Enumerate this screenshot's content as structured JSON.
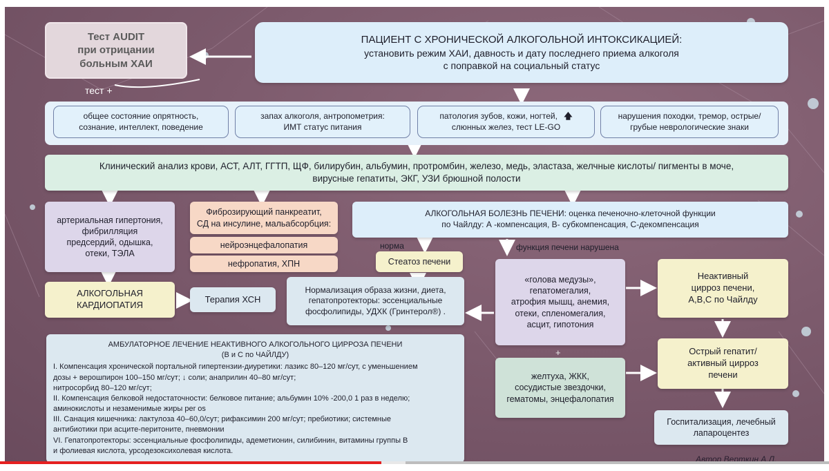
{
  "audit_box": {
    "line1": "Тест AUDIT",
    "line2": "при отрицании",
    "line3": "больным ХАИ"
  },
  "test_plus": "тест +",
  "patient": {
    "line1": "ПАЦИЕНТ С ХРОНИЧЕСКОЙ АЛКОГОЛЬНОЙ ИНТОКСИКАЦИЕЙ:",
    "line2": "установить режим ХАИ, давность и дату последнего приема алкоголя",
    "line3": "с поправкой на социальный статус"
  },
  "exam": [
    {
      "line1": "общее состояние опрятность,",
      "line2": "сознание, интеллект, поведение"
    },
    {
      "line1": "запах алкоголя, антропометрия:",
      "line2": "ИМТ статус питания"
    },
    {
      "line1": "патология зубов, кожи, ногтей,",
      "line2": "слюнных желез, тест LE-GO"
    },
    {
      "line1": "нарушения походки, тремор, острые/",
      "line2": "грубые неврологические знаки"
    }
  ],
  "labs": {
    "line1": "Клинический анализ крови, АСТ, АЛТ, ГГТП, ЩФ, билирубин, альбумин, протромбин, железо, медь, эластаза, желчные кислоты/ пигменты в моче,",
    "line2": "вирусные гепатиты, ЭКГ, УЗИ брюшной полости"
  },
  "cardio": {
    "line1": "артериальная гипертония,",
    "line2": "фибрилляция",
    "line3": "предсердий, одышка,",
    "line4": "отеки, ТЭЛА"
  },
  "pancreat": {
    "line1": "Фиброзирующий панкреатит,",
    "line2": "СД на инсулине, мальабсорбция:"
  },
  "neuro": "нейроэнцефалопатия",
  "nephro": "нефропатия, ХПН",
  "alc_liver": {
    "line1": "АЛКОГОЛЬНАЯ БОЛЕЗНЬ ПЕЧЕНИ: оценка печеночно-клеточной функции",
    "line2": "по Чайлду: А -компенсация, В- субкомпенсация, С-декомпенсация"
  },
  "norm_label": "норма",
  "impaired_label": "функция печени нарушена",
  "steatosis": "Стеатоз печени",
  "normalize": {
    "line1": "Нормализация образа жизни, диета,",
    "line2": "гепатопротекторы: эссенциальные",
    "line3": "фосфолипиды,  УДХК (Гринтерол®)     ."
  },
  "alc_cardiopathy": {
    "line1": "АЛКОГОЛЬНАЯ",
    "line2": "КАРДИОПАТИЯ"
  },
  "therapy_hsn": "Терапия ХСН",
  "symptoms1": {
    "line1": "«голова медузы»,",
    "line2": "гепатомегалия,",
    "line3": "атрофия мышц, анемия,",
    "line4": "отеки, спленомегалия,",
    "line5": "асцит, гипотония"
  },
  "plus_sign": "+",
  "symptoms2": {
    "line1": "желтуха, ЖКК,",
    "line2": "сосудистые звездочки,",
    "line3": "гематомы, энцефалопатия"
  },
  "inactive": {
    "line1": "Неактивный",
    "line2": "цирроз печени,",
    "line3": "А,В,С по Чайлду"
  },
  "acute": {
    "line1": "Острый гепатит/",
    "line2": "активный цирроз",
    "line3": "печени"
  },
  "hospital": {
    "line1": "Госпитализация, лечебный",
    "line2": "лапароцентез"
  },
  "ambulatory": {
    "title1": "АМБУЛАТОРНОЕ ЛЕЧЕНИЕ НЕАКТИВНОГО АЛКОГОЛЬНОГО ЦИРРОЗА ПЕЧЕНИ",
    "title2": "(В и С по ЧАЙЛДУ)",
    "lines": [
      "I.  Компенсация хронической портальной гипертензии-диуретики: лазикс 80–120 мг/сут, с уменьшением",
      "дозы + верошпирон 100–150 мг/сут;  ↓ соли; анаприлин 40–80 мг/сут;",
      "нитросорбид 80–120 мг/сут;",
      "II.  Компенсация белковой недостаточности: белковое питание; альбумин 10% -200,0 1 раз в неделю;",
      "аминокислоты и незаменимые жиры per os",
      "III.  Санация кишечника: лактулоза 40–60,0/сут; рифаксимин 200 мг/сут; пребиотики; системные",
      "антибиотики при асците-перитоните, пневмонии",
      "VI.  Гепатопротекторы: эссенциальные фосфолипиды, адеметионин, силибинин, витамины группы В",
      "и фолиевая кислота,  урсодезоксихолевая кислота."
    ]
  },
  "author": "Автор Верткин А.Л.",
  "colors": {
    "background": "#7d5b6d",
    "blue_box": "#ddeefa",
    "green_box": "#dbefe4",
    "lavender_box": "#ddd6ea",
    "peach_box": "#f7d8c6",
    "yellow_box": "#f5f1cc",
    "progress_played": "#e52020"
  },
  "video_progress": {
    "played_fraction": 0.46
  }
}
